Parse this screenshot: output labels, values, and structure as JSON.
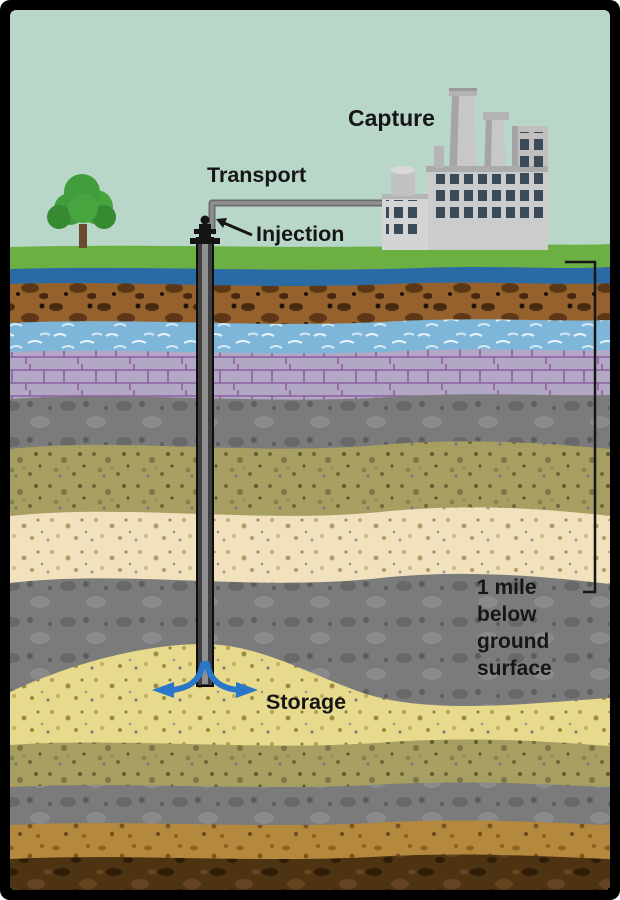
{
  "diagram": {
    "labels": {
      "capture": "Capture",
      "transport": "Transport",
      "injection": "Injection",
      "storage": "Storage",
      "depth_lines": [
        "1 mile",
        "below",
        "ground",
        "surface"
      ]
    },
    "colors": {
      "frame": "#000000",
      "sky": "#b8d7c9",
      "grass": "#6cb044",
      "surface_water": "#2a6ba5",
      "soil_brown": "#95612c",
      "aquifer_blue": "#7db6d9",
      "caprock_lavender": "#b2a8c6",
      "rock_gray": "#7b7b7b",
      "rock_olive": "#a79e62",
      "rock_cream": "#f1e2bd",
      "storage_sand": "#e7da8c",
      "rock_tan": "#b5893d",
      "basement_brown": "#4d3312",
      "label_text": "#161616",
      "arrow_blue": "#2a77c9",
      "pipe_gray": "#8f8f8f"
    }
  }
}
